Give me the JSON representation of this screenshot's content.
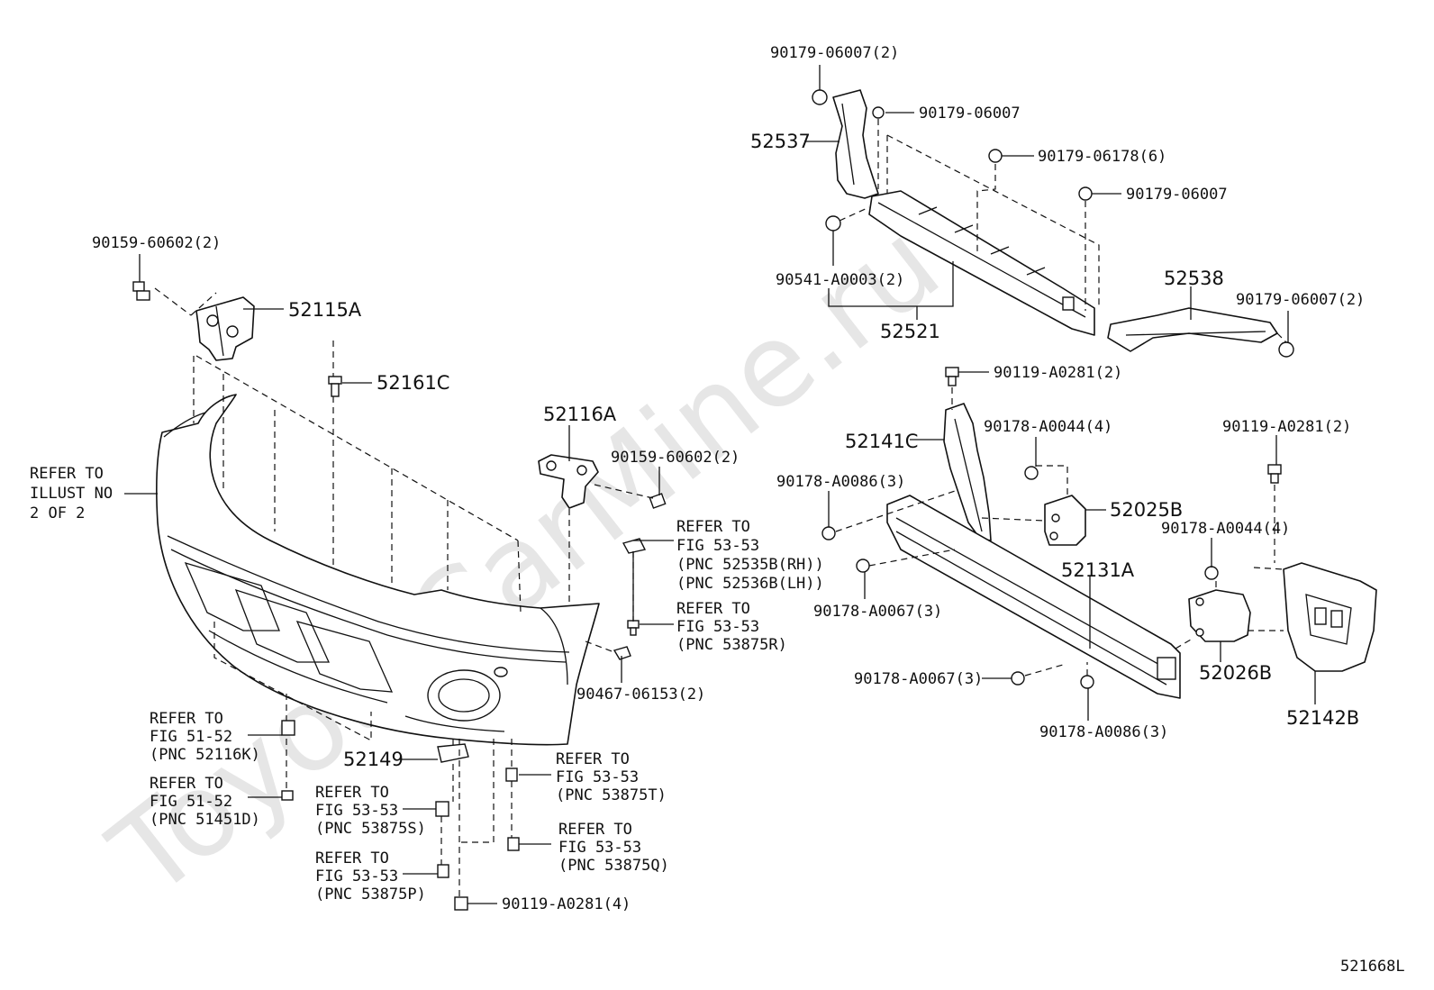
{
  "watermark": "ToyotaCarMine.ru",
  "figure_code": "521668L",
  "labels": {
    "l01": "90179-06007(2)",
    "l02": "90179-06007",
    "l03": "52537",
    "l04": "90179-06178(6)",
    "l05": "90179-06007",
    "l06": "90541-A0003(2)",
    "l07": "52521",
    "l08": "52538",
    "l09": "90179-06007(2)",
    "l10": "90159-60602(2)",
    "l11": "52115A",
    "l12": "52161C",
    "l13": "52116A",
    "l14": "90159-60602(2)",
    "l15": "90119-A0281(2)",
    "l16": "52141C",
    "l17": "90178-A0044(4)",
    "l18": "90119-A0281(2)",
    "l19": "90178-A0086(3)",
    "l20": "52025B",
    "l21": "90178-A0044(4)",
    "l22": "52131A",
    "l23": "90178-A0067(3)",
    "l24": "52026B",
    "l25": "90178-A0067(3)",
    "l26": "90178-A0086(3)",
    "l27": "52142B",
    "l28": "90467-06153(2)",
    "l29": "52149",
    "l30": "90119-A0281(4)",
    "ref_illust": [
      "REFER TO",
      "ILLUST NO",
      "2 OF 2"
    ],
    "ref_52535": [
      "REFER TO",
      "FIG 53-53",
      "(PNC 52535B(RH))",
      "(PNC 52536B(LH))"
    ],
    "ref_53875R": [
      "REFER TO",
      "FIG 53-53",
      "(PNC 53875R)"
    ],
    "ref_52116K": [
      "REFER TO",
      "FIG 51-52",
      "(PNC 52116K)"
    ],
    "ref_51451D": [
      "REFER TO",
      "FIG 51-52",
      "(PNC 51451D)"
    ],
    "ref_53875S": [
      "REFER TO",
      "FIG 53-53",
      "(PNC 53875S)"
    ],
    "ref_53875T": [
      "REFER TO",
      "FIG 53-53",
      "(PNC 53875T)"
    ],
    "ref_53875Q": [
      "REFER TO",
      "FIG 53-53",
      "(PNC 53875Q)"
    ],
    "ref_53875P": [
      "REFER TO",
      "FIG 53-53",
      "(PNC 53875P)"
    ]
  }
}
